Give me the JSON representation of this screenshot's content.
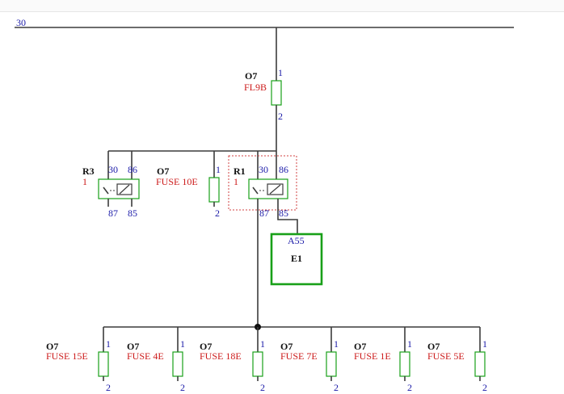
{
  "bus": {
    "label": "30"
  },
  "fuse_main": {
    "group": "O7",
    "name": "FL9B",
    "pin_in": "1",
    "pin_out": "2"
  },
  "relay_r3": {
    "name": "R3",
    "index": "1",
    "p30": "30",
    "p86": "86",
    "p87": "87",
    "p85": "85"
  },
  "fuse_10e": {
    "group": "O7",
    "name": "FUSE 10E",
    "pin_in": "1",
    "pin_out": "2"
  },
  "relay_r1": {
    "name": "R1",
    "index": "1",
    "p30": "30",
    "p86": "86",
    "p87": "87",
    "p85": "85"
  },
  "module": {
    "connector": "A55",
    "name": "E1"
  },
  "bottom_fuses": [
    {
      "group": "O7",
      "name": "FUSE 15E",
      "pin_in": "1",
      "pin_out": "2"
    },
    {
      "group": "O7",
      "name": "FUSE 4E",
      "pin_in": "1",
      "pin_out": "2"
    },
    {
      "group": "O7",
      "name": "FUSE 18E",
      "pin_in": "1",
      "pin_out": "2"
    },
    {
      "group": "O7",
      "name": "FUSE 7E",
      "pin_in": "1",
      "pin_out": "2"
    },
    {
      "group": "O7",
      "name": "FUSE 1E",
      "pin_in": "1",
      "pin_out": "2"
    },
    {
      "group": "O7",
      "name": "FUSE 5E",
      "pin_in": "1",
      "pin_out": "2"
    }
  ],
  "colors": {
    "wire": "#3c3c3c",
    "component_outline": "#18a018",
    "pin_label": "#1a1aa8",
    "component_name": "#cc1a1a",
    "selection": "#d04040"
  }
}
